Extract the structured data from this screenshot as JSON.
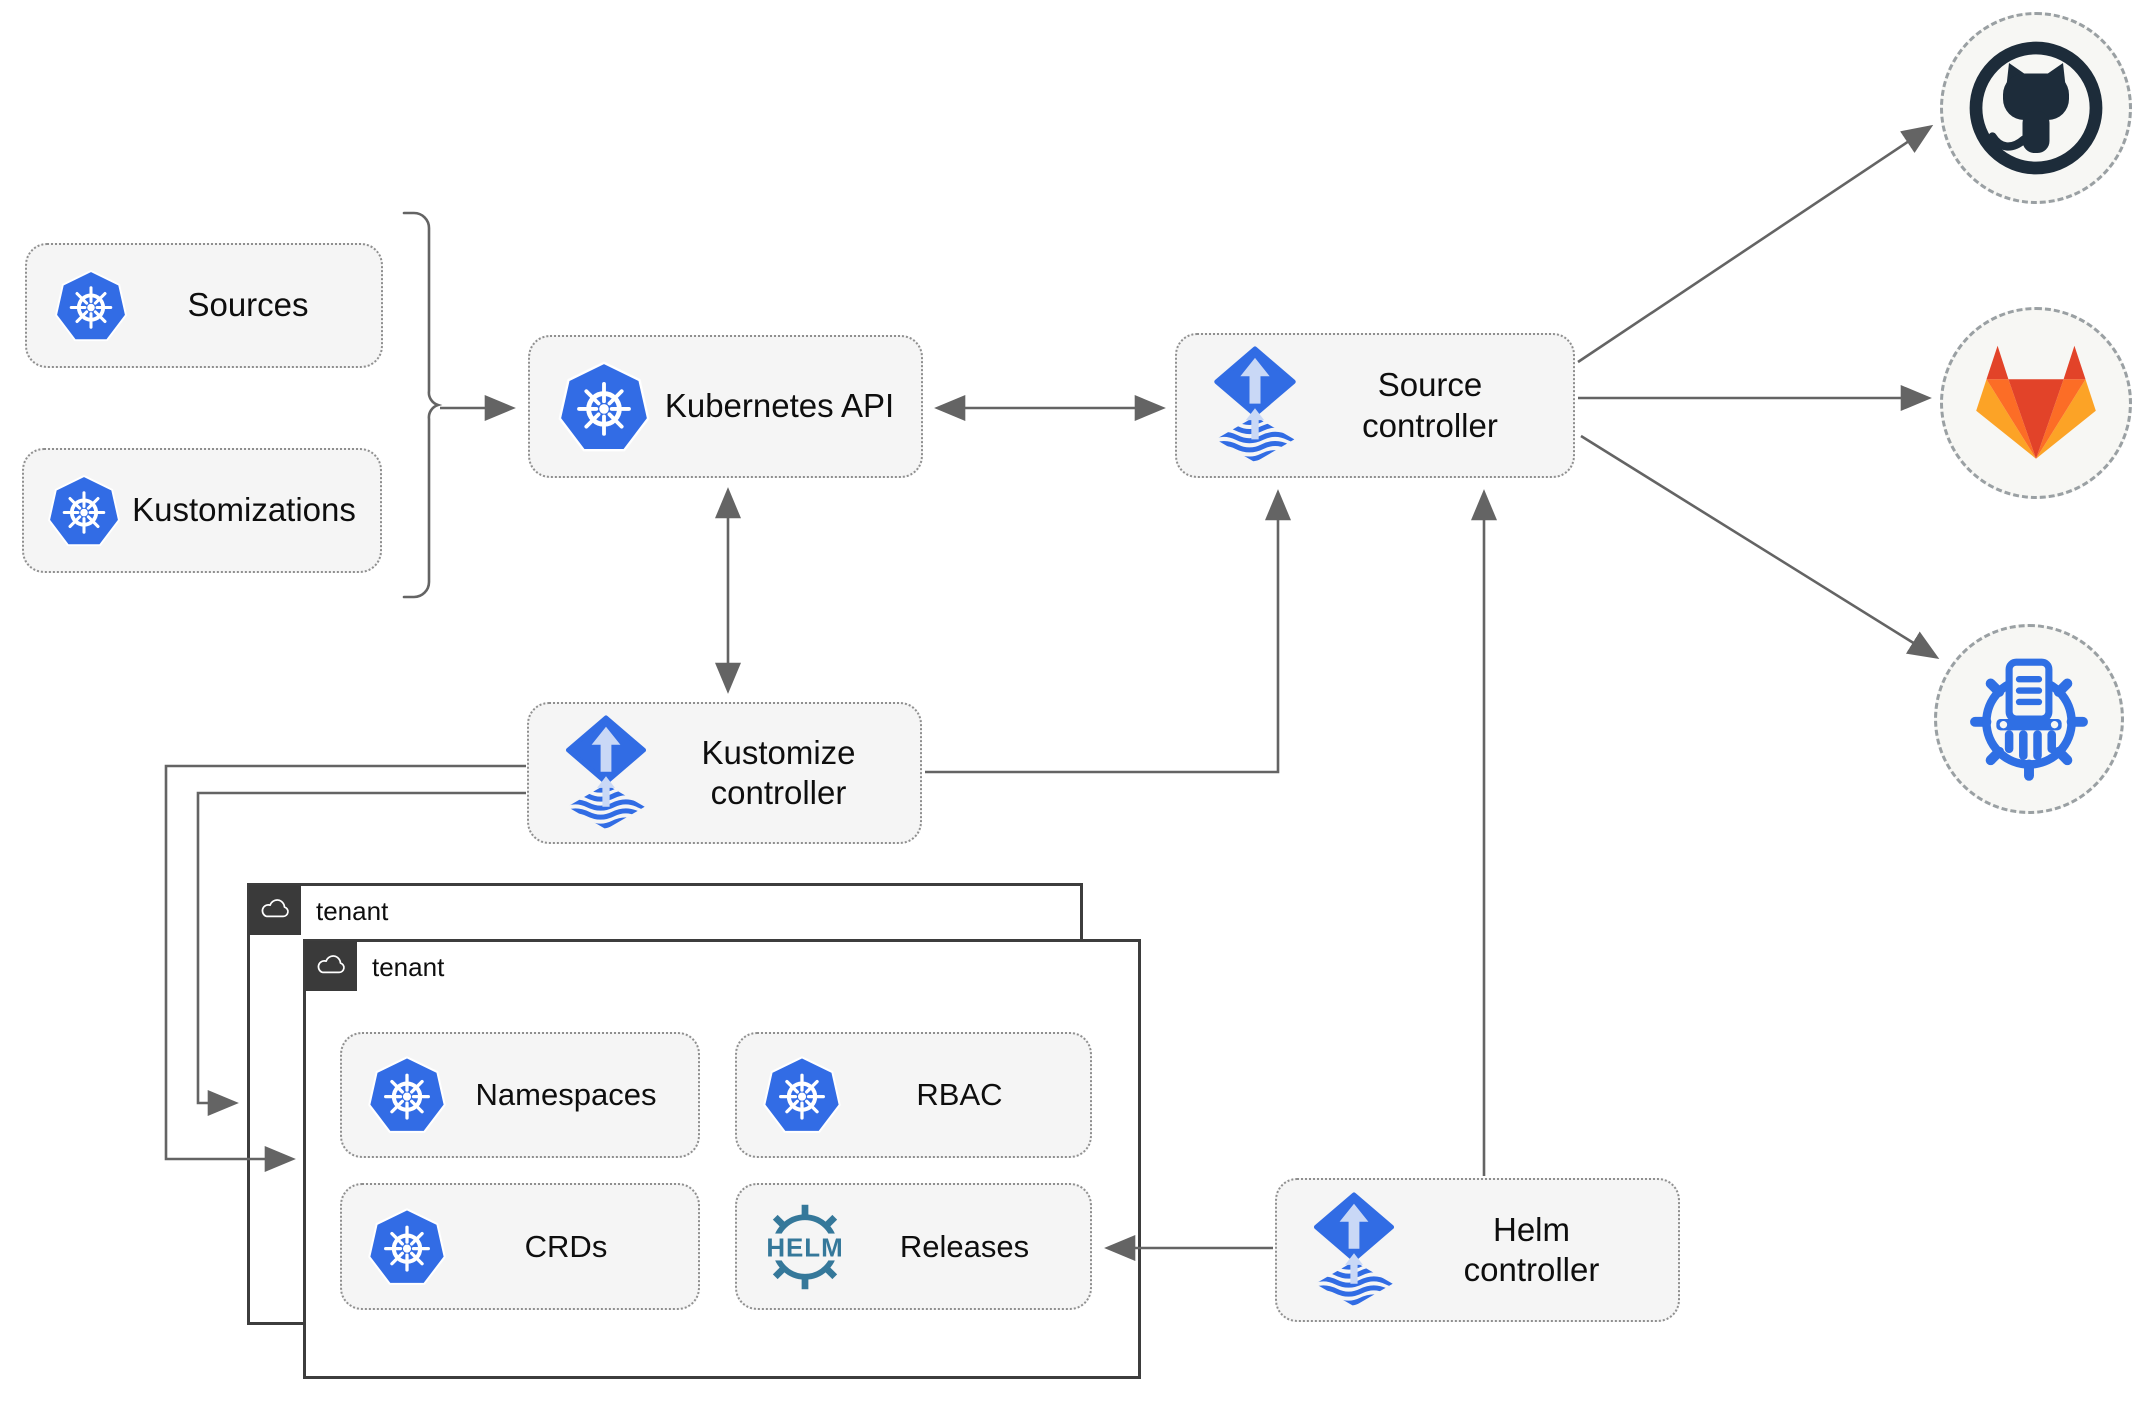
{
  "diagram": {
    "sources": {
      "label": "Sources"
    },
    "kustomizations": {
      "label": "Kustomizations"
    },
    "kubernetes_api": {
      "label": "Kubernetes API"
    },
    "source_controller": {
      "line1": "Source",
      "line2": "controller"
    },
    "kustomize_controller": {
      "line1": "Kustomize",
      "line2": "controller"
    },
    "helm_controller": {
      "line1": "Helm",
      "line2": "controller"
    },
    "tenant_back": {
      "label": "tenant"
    },
    "tenant_front": {
      "label": "tenant"
    },
    "namespaces": {
      "label": "Namespaces"
    },
    "rbac": {
      "label": "RBAC"
    },
    "crds": {
      "label": "CRDs"
    },
    "releases": {
      "label": "Releases"
    },
    "helm_logo_text": "HELM",
    "colors": {
      "kubernetes_blue": "#326ce5",
      "flux_blue": "#316ce4",
      "flux_arrow_light": "#c9d8f6",
      "helm_teal": "#35789a",
      "github_dark": "#1d2c3a",
      "gitlab_red": "#e24329",
      "gitlab_orange": "#fc6d26",
      "gitlab_amber": "#fca326",
      "connector_gray": "#646464",
      "node_fill": "#f5f5f5",
      "tenant_header": "#3a3a3a"
    }
  }
}
